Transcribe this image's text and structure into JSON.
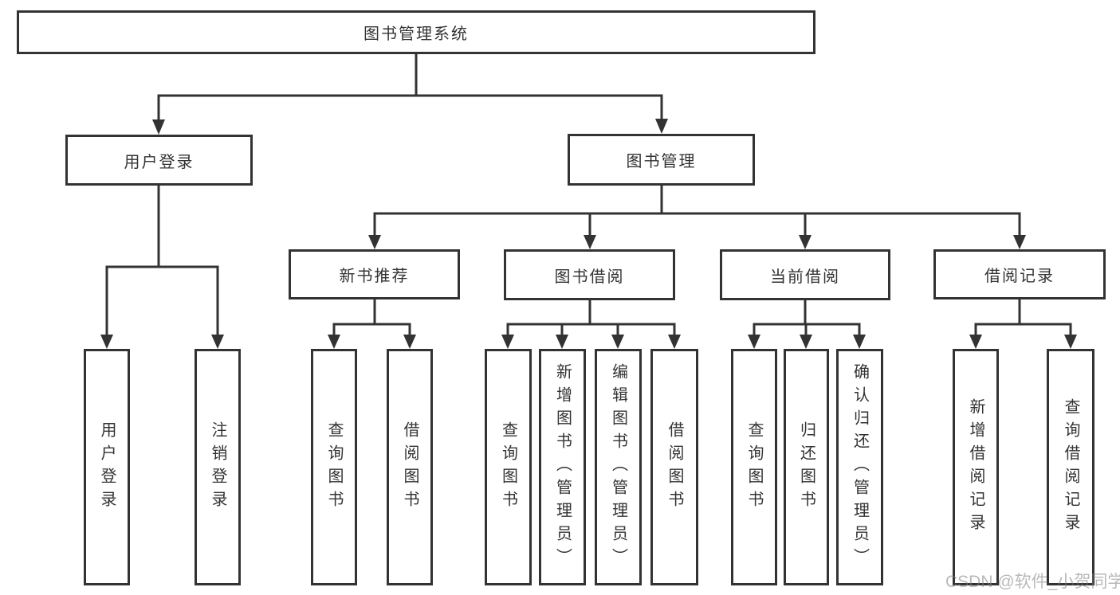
{
  "diagram": {
    "root": {
      "label": "图书管理系统"
    },
    "branches": {
      "user_login": {
        "label": "用户登录",
        "children": [
          {
            "label": "用户登录"
          },
          {
            "label": "注销登录"
          }
        ]
      },
      "book_mgmt": {
        "label": "图书管理",
        "groups": [
          {
            "label": "新书推荐",
            "children": [
              {
                "label": "查询图书"
              },
              {
                "label": "借阅图书"
              }
            ]
          },
          {
            "label": "图书借阅",
            "children": [
              {
                "label": "查询图书"
              },
              {
                "label": "新增图书（管理员）"
              },
              {
                "label": "编辑图书（管理员）"
              },
              {
                "label": "借阅图书"
              }
            ]
          },
          {
            "label": "当前借阅",
            "children": [
              {
                "label": "查询图书"
              },
              {
                "label": "归还图书"
              },
              {
                "label": "确认归还（管理员）"
              }
            ]
          },
          {
            "label": "借阅记录",
            "children": [
              {
                "label": "新增借阅记录"
              },
              {
                "label": "查询借阅记录"
              }
            ]
          }
        ]
      }
    }
  },
  "watermark": {
    "text": "CSDN @软件_小贺同学"
  },
  "colors": {
    "line": "#333333",
    "box_border": "#333333",
    "text": "#333333",
    "background": "#ffffff",
    "watermark": "#808080"
  }
}
